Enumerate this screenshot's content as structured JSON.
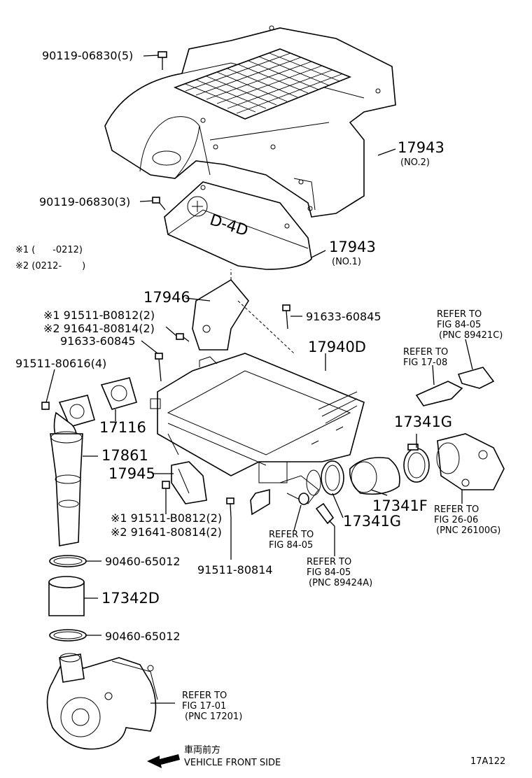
{
  "diagram_id": "17A122",
  "notes": {
    "n1": "※1 (      -0212)",
    "n2": "※2 (0212-       )"
  },
  "labels": {
    "bolt_top": "90119-06830(5)",
    "bolt_mid": "90119-06830(3)",
    "cover_no2": "17943",
    "cover_no2_sub": "(NO.2)",
    "cover_no1": "17943",
    "cover_no1_sub": "(NO.1)",
    "bracket_17946": "17946",
    "bolt_b0812_1": "※1 91511-B0812(2)",
    "bolt_80814_2": "※2 91641-80814(2)",
    "bolt_60845_a": "91633-60845",
    "bolt_60845_b": "91633-60845",
    "intercooler": "17940D",
    "bolt_80616": "91511-80616(4)",
    "gasket_17116": "17116",
    "pipe_17861": "17861",
    "bracket_17945": "17945",
    "bolt_b0812_1b": "※1 91511-B0812(2)",
    "bolt_80814_2b": "※2 91641-80814(2)",
    "bolt_80814": "91511-80814",
    "clamp_a": "90460-65012",
    "hose_17342d": "17342D",
    "clamp_b": "90460-65012",
    "clamp_17341g_a": "17341G",
    "hose_17341f": "17341F",
    "clamp_17341g_b": "17341G",
    "ref_8405_c_1": "REFER TO",
    "ref_8405_c_2": "FIG 84-05",
    "ref_8405_c_3": "(PNC 89421C)",
    "ref_1708_1": "REFER TO",
    "ref_1708_2": "FIG 17-08",
    "ref_2606_1": "REFER TO",
    "ref_2606_2": "FIG 26-06",
    "ref_2606_3": "(PNC 26100G)",
    "ref_8405_a_1": "REFER TO",
    "ref_8405_a_2": "FIG 84-05",
    "ref_8405_b_1": "REFER TO",
    "ref_8405_b_2": "FIG 84-05",
    "ref_8405_b_3": "(PNC 89424A)",
    "ref_1701_1": "REFER TO",
    "ref_1701_2": "FIG 17-01",
    "ref_1701_3": "(PNC 17201)",
    "front_jp": "車両前方",
    "front_en": "VEHICLE FRONT SIDE"
  },
  "cover_logo_text": "D-4D"
}
